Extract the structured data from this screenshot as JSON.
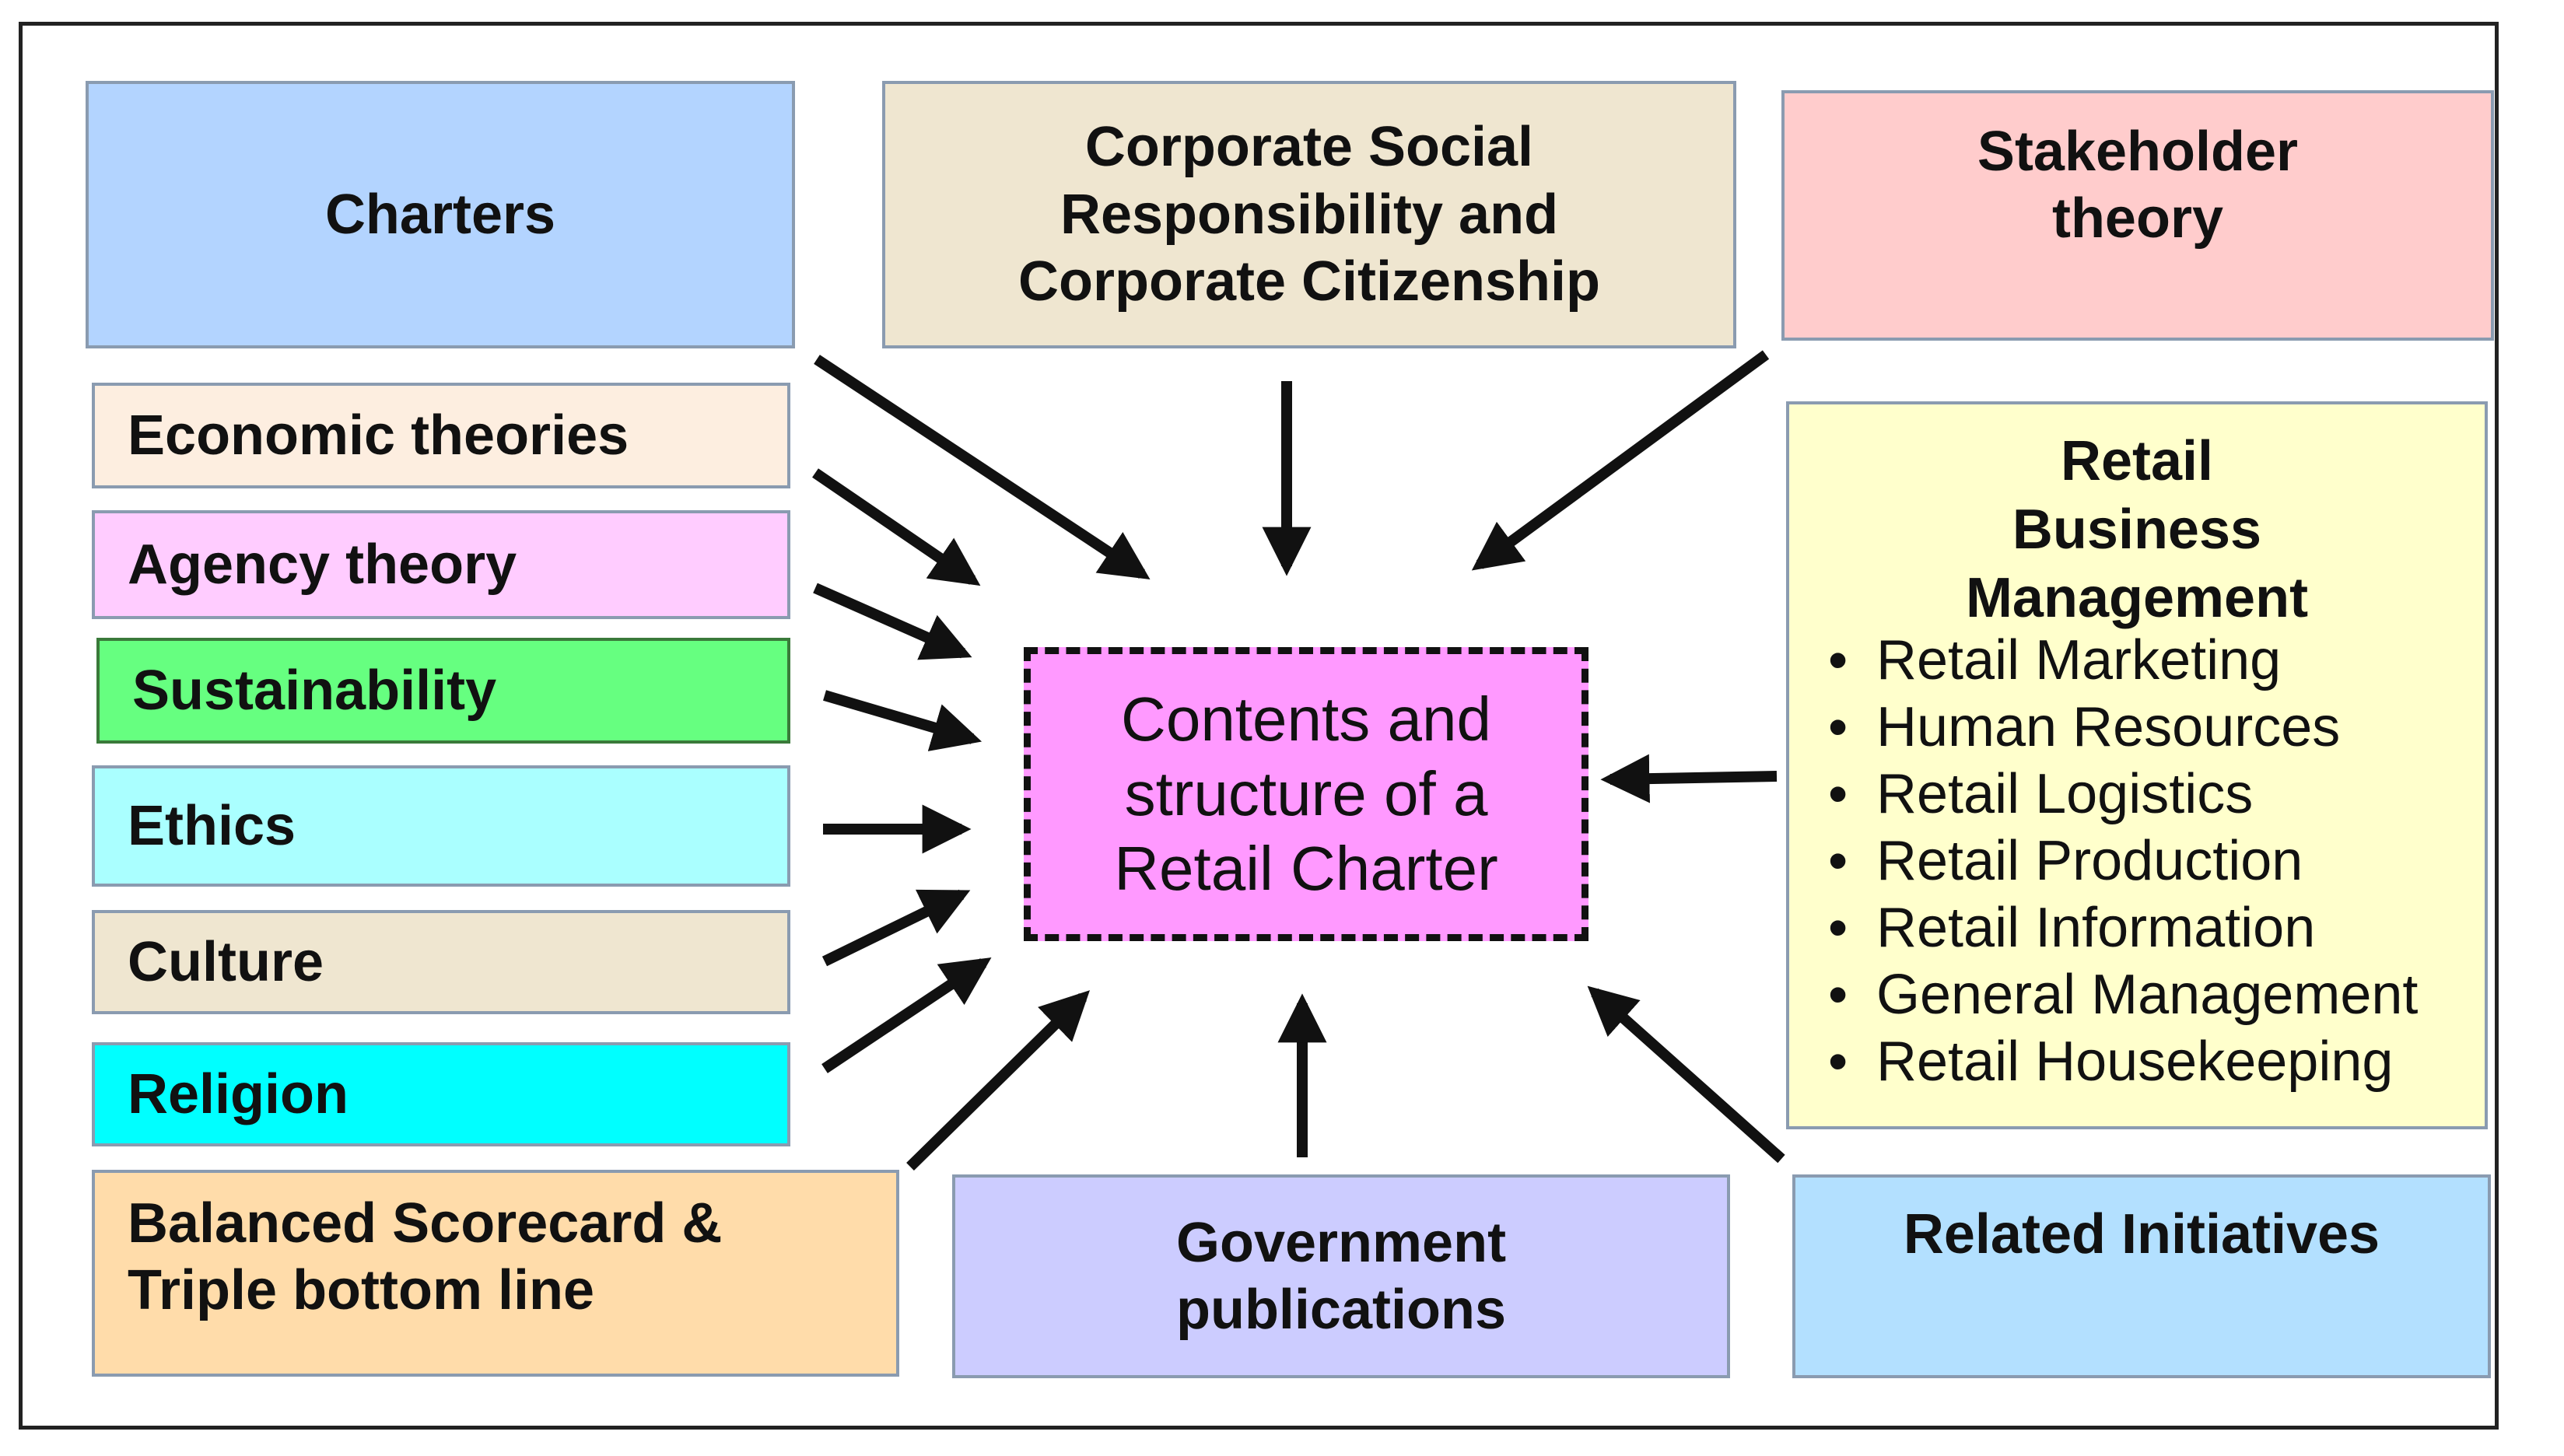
{
  "diagram": {
    "center": "Contents and structure of a Retail Charter",
    "boxes": {
      "charters": "Charters",
      "csr": "Corporate Social Responsibility and Corporate Citizenship",
      "stakeholder": "Stakeholder theory",
      "economic": "Economic theories",
      "agency": "Agency theory",
      "sustainability": "Sustainability",
      "ethics": "Ethics",
      "culture": "Culture",
      "religion": "Religion",
      "balanced": "Balanced Scorecard & Triple bottom line",
      "government": "Government publications",
      "related": "Related Initiatives"
    },
    "retail_business_management": {
      "title": "Retail Business Management",
      "items": [
        "Retail Marketing",
        "Human Resources",
        "Retail Logistics",
        "Retail Production",
        "Retail Information",
        "General Management",
        "Retail Housekeeping"
      ]
    },
    "colors": {
      "charters": "#b3d4ff",
      "csr": "#efe6d0",
      "stakeholder": "#ffcccc",
      "economic": "#fdeee0",
      "agency": "#ffccff",
      "sustainability": "#66ff80",
      "ethics": "#aaffff",
      "culture": "#efe6d0",
      "religion": "#00ffff",
      "balanced": "#ffdcaa",
      "government": "#ccccff",
      "related": "#b3e0ff",
      "center": "#ff99ff",
      "retail_business_management": "#ffffcc"
    }
  }
}
